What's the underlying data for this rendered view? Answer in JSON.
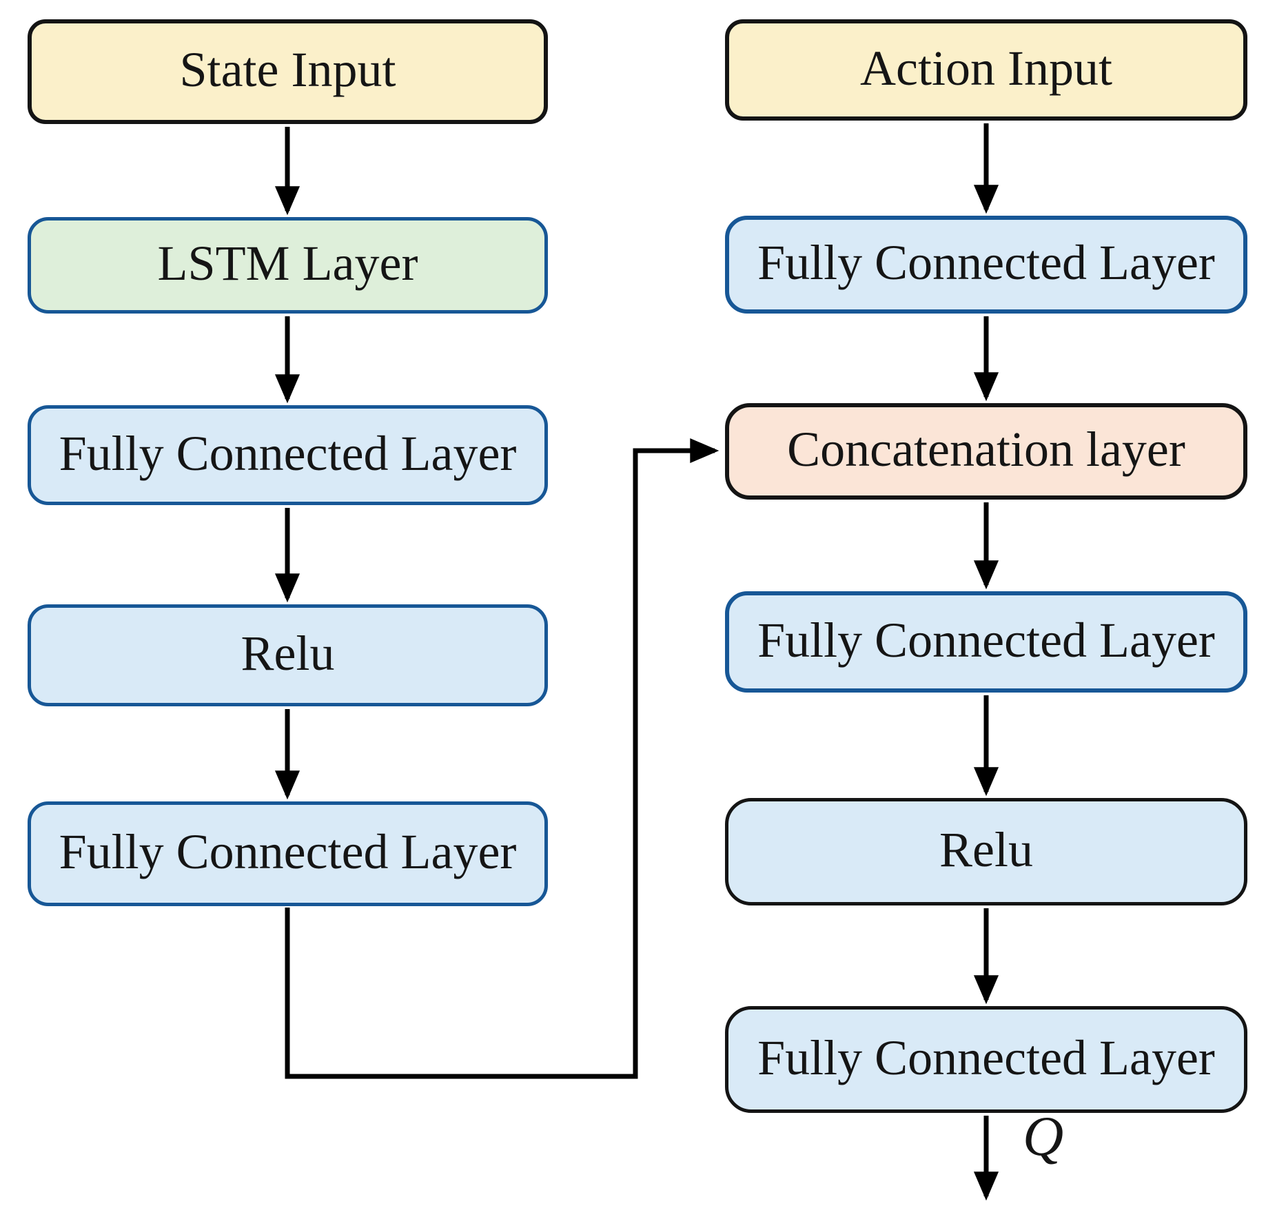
{
  "colors": {
    "cream": "#FBF0CA",
    "green": "#DEEFDA",
    "light_blue": "#D9EAF7",
    "peach": "#FBE5D7",
    "border_blue": "#175796",
    "border_black": "#141414",
    "arrow": "#000000",
    "text": "#151515",
    "background": "#FFFFFF"
  },
  "left_column": [
    {
      "label": "State Input"
    },
    {
      "label": "LSTM Layer"
    },
    {
      "label": "Fully Connected Layer"
    },
    {
      "label": "Relu"
    },
    {
      "label": "Fully Connected Layer"
    }
  ],
  "right_column": [
    {
      "label": "Action Input"
    },
    {
      "label": "Fully Connected Layer"
    },
    {
      "label": "Concatenation layer"
    },
    {
      "label": "Fully Connected Layer"
    },
    {
      "label": "Relu"
    },
    {
      "label": "Fully Connected Layer"
    }
  ],
  "output_label": "Q"
}
